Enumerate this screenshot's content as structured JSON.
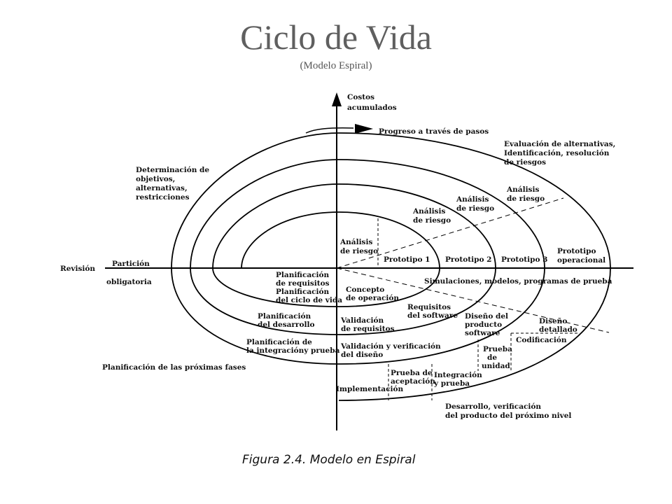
{
  "slide": {
    "title": "Ciclo de Vida",
    "subtitle": "(Modelo Espiral)"
  },
  "diagram": {
    "axis_y_label": [
      "Costos",
      "acumulados"
    ],
    "progress_label": "Progreso a través de pasos",
    "caption": "Figura 2.4.  Modelo en Espiral",
    "quadrants": {
      "top_left": [
        "Determinación de",
        "objetivos,",
        "alternativas,",
        "restricciones"
      ],
      "top_right": [
        "Evaluación de alternativas,",
        "Identificación, resolución",
        "de riesgos"
      ],
      "bottom_left": "Planificación de las próximas fases",
      "bottom_right": [
        "Desarrollo, verificación",
        "del producto del próximo nivel"
      ]
    },
    "review": {
      "revision": "Revisión",
      "particion": "Partición",
      "obligatoria": "obligatoria"
    },
    "risk_analysis": [
      [
        "Análisis",
        "de riesgo"
      ],
      [
        "Análisis",
        "de riesgo"
      ],
      [
        "Análisis",
        "de riesgo"
      ],
      [
        "Análisis",
        "de riesgo"
      ]
    ],
    "prototypes": [
      "Prototipo 1",
      "Prototipo 2",
      "Prototipo 3",
      [
        "Prototipo",
        "operacional"
      ]
    ],
    "simulations": "Simulaciones, modelos, programas de prueba",
    "planning": {
      "requirements_lifecycle": [
        "Planificación",
        "de requisitos",
        "Planificación",
        "del ciclo de vida"
      ],
      "development": [
        "Planificación",
        "del desarrollo"
      ],
      "integration": [
        "Planificación de",
        "la integracióny prueba"
      ]
    },
    "steps": {
      "concept": [
        "Concepto",
        "de operación"
      ],
      "software_requirements": [
        "Requisitos",
        "del software"
      ],
      "requirements_validation": [
        "Validación",
        "de requisitos"
      ],
      "product_design": [
        "Diseño del",
        "producto",
        "software"
      ],
      "detailed_design": [
        "Diseño",
        "detallado"
      ],
      "design_vv": [
        "Validación y verificación",
        "del diseño"
      ],
      "coding": "Codificación",
      "unit_test": [
        "Prueba",
        "de",
        "unidad"
      ],
      "integration_test": [
        "Integración",
        "y prueba"
      ],
      "acceptance_test": [
        "Prueba de",
        "aceptación"
      ],
      "implementation": "Implementación"
    }
  }
}
